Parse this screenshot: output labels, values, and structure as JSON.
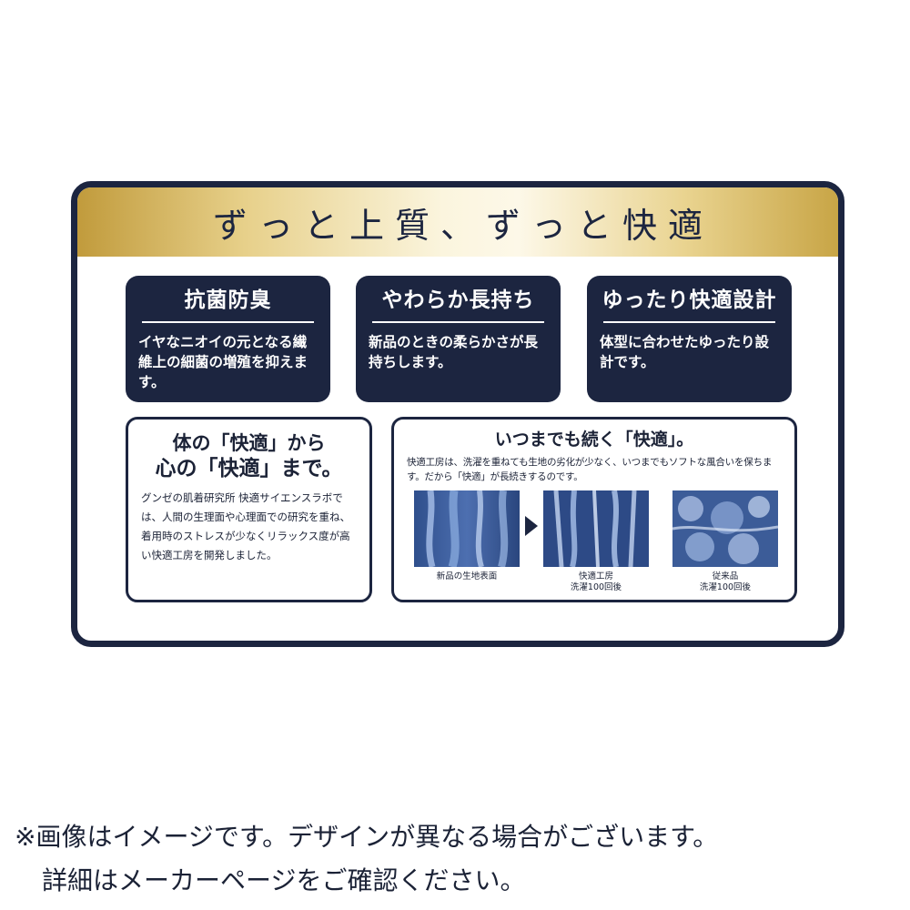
{
  "banner": {
    "title": "ずっと上質、ずっと快適"
  },
  "features": [
    {
      "title": "抗菌防臭",
      "body": "イヤなニオイの元となる繊維上の細菌の増殖を抑えます。"
    },
    {
      "title": "やわらか長持ち",
      "body": "新品のときの柔らかさが長持ちします。"
    },
    {
      "title": "ゆったり快適設計",
      "body": "体型に合わせたゆったり設計です。"
    }
  ],
  "box1": {
    "title_line1": "体の「快適」から",
    "title_line2": "心の「快適」まで。",
    "body": "グンゼの肌着研究所 快適サイエンスラボでは、人間の生理面や心理面での研究を重ね、着用時のストレスが少なくリラックス度が高い快適工房を開発しました。"
  },
  "box2": {
    "title": "いつまでも続く「快適」。",
    "body": "快適工房は、洗濯を重ねても生地の劣化が少なく、いつまでもソフトな風合いを保ちます。だから「快適」が長続きするのです。",
    "photos": [
      {
        "label_line1": "新品の生地表面",
        "label_line2": ""
      },
      {
        "label_line1": "快適工房",
        "label_line2": "洗濯100回後"
      },
      {
        "label_line1": "従来品",
        "label_line2": "洗濯100回後"
      }
    ]
  },
  "note": {
    "line1": "※画像はイメージです。デザインが異なる場合がございます。",
    "line2": "詳細はメーカーページをご確認ください。"
  },
  "colors": {
    "navy": "#1c2540",
    "gold": "#c19b3c"
  }
}
